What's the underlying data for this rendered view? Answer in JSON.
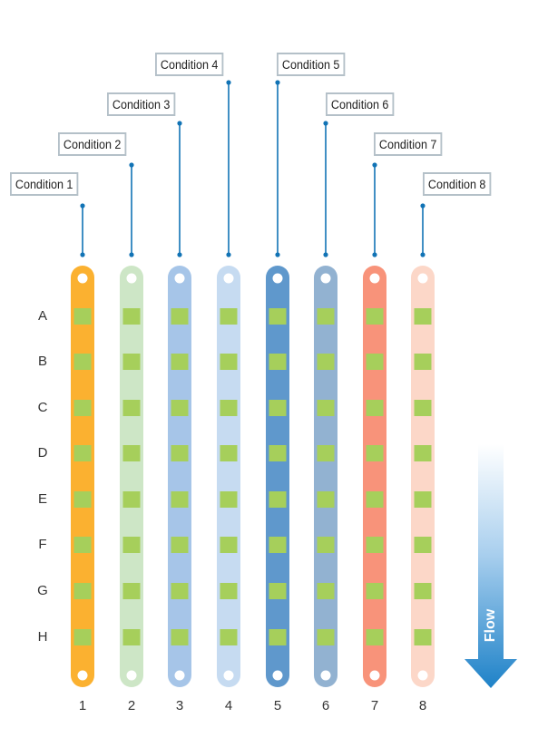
{
  "conditions": [
    "Condition 1",
    "Condition 2",
    "Condition 3",
    "Condition 4",
    "Condition 5",
    "Condition 6",
    "Condition 7",
    "Condition 8"
  ],
  "rows": [
    "A",
    "B",
    "C",
    "D",
    "E",
    "F",
    "G",
    "H"
  ],
  "lanes": [
    "1",
    "2",
    "3",
    "4",
    "5",
    "6",
    "7",
    "8"
  ],
  "lane_colors": [
    "#fbb130",
    "#cde6c6",
    "#a6c5e8",
    "#c6dbf1",
    "#5f98cc",
    "#92b2d1",
    "#f8937a",
    "#fcd7c8"
  ],
  "spot_color": "#a6cf5b",
  "leader_color": "#1173b5",
  "flow": {
    "label": "Flow",
    "color": "#1e82c8"
  }
}
